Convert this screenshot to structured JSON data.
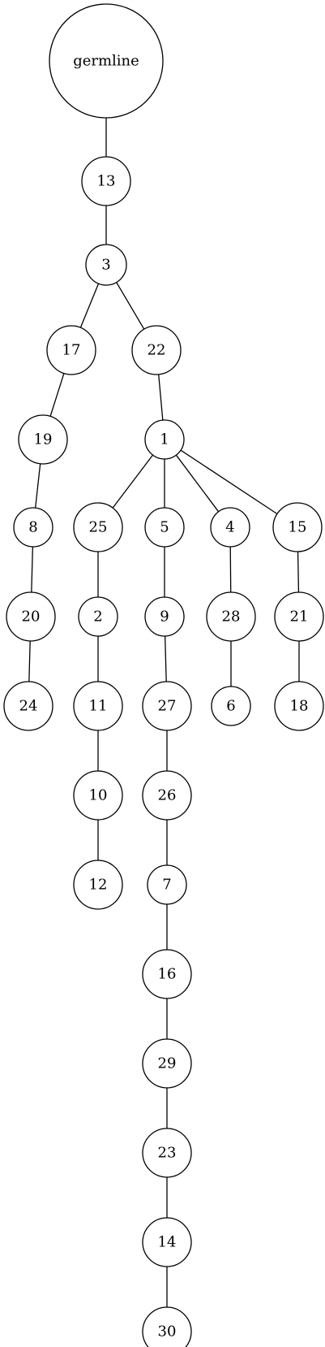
{
  "diagram": {
    "type": "tree",
    "nodes": [
      {
        "id": "germline",
        "label": "germline"
      },
      {
        "id": "n13",
        "label": "13"
      },
      {
        "id": "n3",
        "label": "3"
      },
      {
        "id": "n17",
        "label": "17"
      },
      {
        "id": "n22",
        "label": "22"
      },
      {
        "id": "n19",
        "label": "19"
      },
      {
        "id": "n8",
        "label": "8"
      },
      {
        "id": "n20",
        "label": "20"
      },
      {
        "id": "n24",
        "label": "24"
      },
      {
        "id": "n1",
        "label": "1"
      },
      {
        "id": "n25",
        "label": "25"
      },
      {
        "id": "n5",
        "label": "5"
      },
      {
        "id": "n4",
        "label": "4"
      },
      {
        "id": "n15",
        "label": "15"
      },
      {
        "id": "n2",
        "label": "2"
      },
      {
        "id": "n11",
        "label": "11"
      },
      {
        "id": "n10",
        "label": "10"
      },
      {
        "id": "n12",
        "label": "12"
      },
      {
        "id": "n9",
        "label": "9"
      },
      {
        "id": "n27",
        "label": "27"
      },
      {
        "id": "n26",
        "label": "26"
      },
      {
        "id": "n7",
        "label": "7"
      },
      {
        "id": "n16",
        "label": "16"
      },
      {
        "id": "n29",
        "label": "29"
      },
      {
        "id": "n23",
        "label": "23"
      },
      {
        "id": "n14",
        "label": "14"
      },
      {
        "id": "n30",
        "label": "30"
      },
      {
        "id": "n28",
        "label": "28"
      },
      {
        "id": "n6",
        "label": "6"
      },
      {
        "id": "n21",
        "label": "21"
      },
      {
        "id": "n18",
        "label": "18"
      }
    ],
    "edges": [
      [
        "germline",
        "n13"
      ],
      [
        "n13",
        "n3"
      ],
      [
        "n3",
        "n17"
      ],
      [
        "n3",
        "n22"
      ],
      [
        "n17",
        "n19"
      ],
      [
        "n19",
        "n8"
      ],
      [
        "n8",
        "n20"
      ],
      [
        "n20",
        "n24"
      ],
      [
        "n22",
        "n1"
      ],
      [
        "n1",
        "n25"
      ],
      [
        "n1",
        "n5"
      ],
      [
        "n1",
        "n4"
      ],
      [
        "n1",
        "n15"
      ],
      [
        "n25",
        "n2"
      ],
      [
        "n2",
        "n11"
      ],
      [
        "n11",
        "n10"
      ],
      [
        "n10",
        "n12"
      ],
      [
        "n5",
        "n9"
      ],
      [
        "n9",
        "n27"
      ],
      [
        "n27",
        "n26"
      ],
      [
        "n26",
        "n7"
      ],
      [
        "n7",
        "n16"
      ],
      [
        "n16",
        "n29"
      ],
      [
        "n29",
        "n23"
      ],
      [
        "n23",
        "n14"
      ],
      [
        "n14",
        "n30"
      ],
      [
        "n4",
        "n28"
      ],
      [
        "n28",
        "n6"
      ],
      [
        "n15",
        "n21"
      ],
      [
        "n21",
        "n18"
      ]
    ]
  }
}
